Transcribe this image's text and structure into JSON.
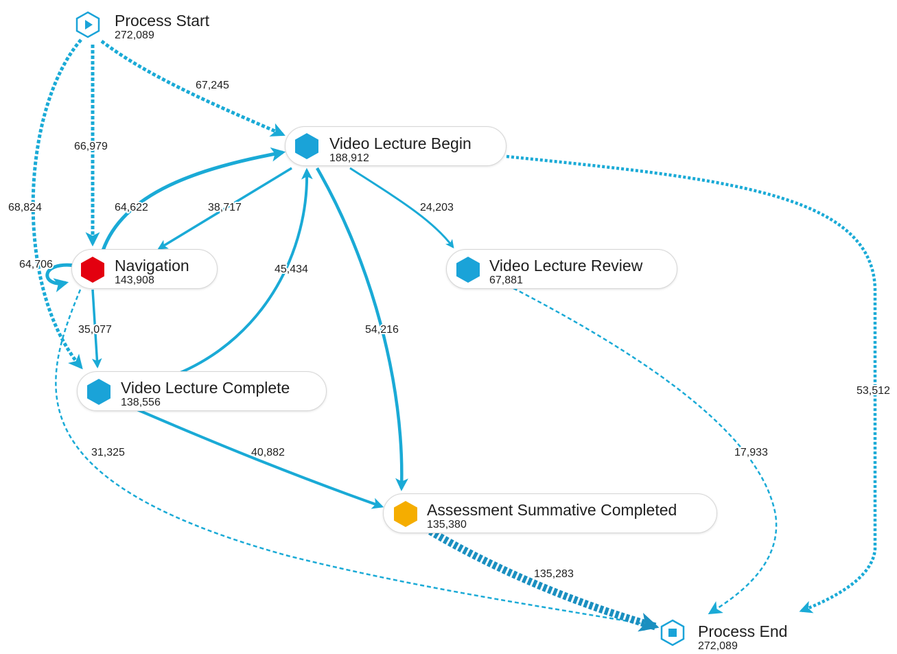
{
  "colors": {
    "edge": "#1aaad6",
    "activity": "#1aa3d8",
    "navigation": "#e3000f",
    "assessment": "#f5ad00",
    "terminal": "#1aa3d8"
  },
  "nodes": {
    "process_start": {
      "label": "Process Start",
      "count": "272,089",
      "icon": "play-icon"
    },
    "video_lecture_begin": {
      "label": "Video Lecture Begin",
      "count": "188,912",
      "icon": "hexagon-icon"
    },
    "navigation": {
      "label": "Navigation",
      "count": "143,908",
      "icon": "hexagon-icon"
    },
    "video_lecture_review": {
      "label": "Video Lecture Review",
      "count": "67,881",
      "icon": "hexagon-icon"
    },
    "video_lecture_complete": {
      "label": "Video Lecture Complete",
      "count": "138,556",
      "icon": "hexagon-icon"
    },
    "assessment_summative_completed": {
      "label": "Assessment Summative Completed",
      "count": "135,380",
      "icon": "hexagon-icon"
    },
    "process_end": {
      "label": "Process End",
      "count": "272,089",
      "icon": "stop-icon"
    }
  },
  "edges": [
    {
      "id": "start-to-vlb",
      "from": "Process Start",
      "to": "Video Lecture Begin",
      "label": "67,245",
      "style": "dotted"
    },
    {
      "id": "start-to-nav",
      "from": "Process Start",
      "to": "Navigation",
      "label": "66,979",
      "style": "dotted"
    },
    {
      "id": "start-to-vlc",
      "from": "Process Start",
      "to": "Video Lecture Complete",
      "label": "68,824",
      "style": "dotted"
    },
    {
      "id": "nav-to-vlb",
      "from": "Navigation",
      "to": "Video Lecture Begin",
      "label": "64,622",
      "style": "solid"
    },
    {
      "id": "vlb-to-nav",
      "from": "Video Lecture Begin",
      "to": "Navigation",
      "label": "38,717",
      "style": "solid"
    },
    {
      "id": "vlb-to-vlr",
      "from": "Video Lecture Begin",
      "to": "Video Lecture Review",
      "label": "24,203",
      "style": "solid"
    },
    {
      "id": "vlb-to-end",
      "from": "Video Lecture Begin",
      "to": "Process End",
      "label": "53,512",
      "style": "dotted"
    },
    {
      "id": "nav-self-loop",
      "from": "Navigation",
      "to": "Navigation",
      "label": "64,706",
      "style": "solid"
    },
    {
      "id": "vlc-to-vlb",
      "from": "Video Lecture Complete",
      "to": "Video Lecture Begin",
      "label": "45,434",
      "style": "solid"
    },
    {
      "id": "vlb-to-asc",
      "from": "Video Lecture Begin",
      "to": "Assessment Summative Completed",
      "label": "54,216",
      "style": "solid"
    },
    {
      "id": "nav-to-vlc",
      "from": "Navigation",
      "to": "Video Lecture Complete",
      "label": "35,077",
      "style": "solid"
    },
    {
      "id": "nav-to-end",
      "from": "Navigation",
      "to": "Process End",
      "label": "31,325",
      "style": "dashed"
    },
    {
      "id": "vlc-to-asc",
      "from": "Video Lecture Complete",
      "to": "Assessment Summative Completed",
      "label": "40,882",
      "style": "solid"
    },
    {
      "id": "vlr-to-end",
      "from": "Video Lecture Review",
      "to": "Process End",
      "label": "17,933",
      "style": "dashed"
    },
    {
      "id": "asc-to-end",
      "from": "Assessment Summative Completed",
      "to": "Process End",
      "label": "135,283",
      "style": "dotted"
    }
  ]
}
